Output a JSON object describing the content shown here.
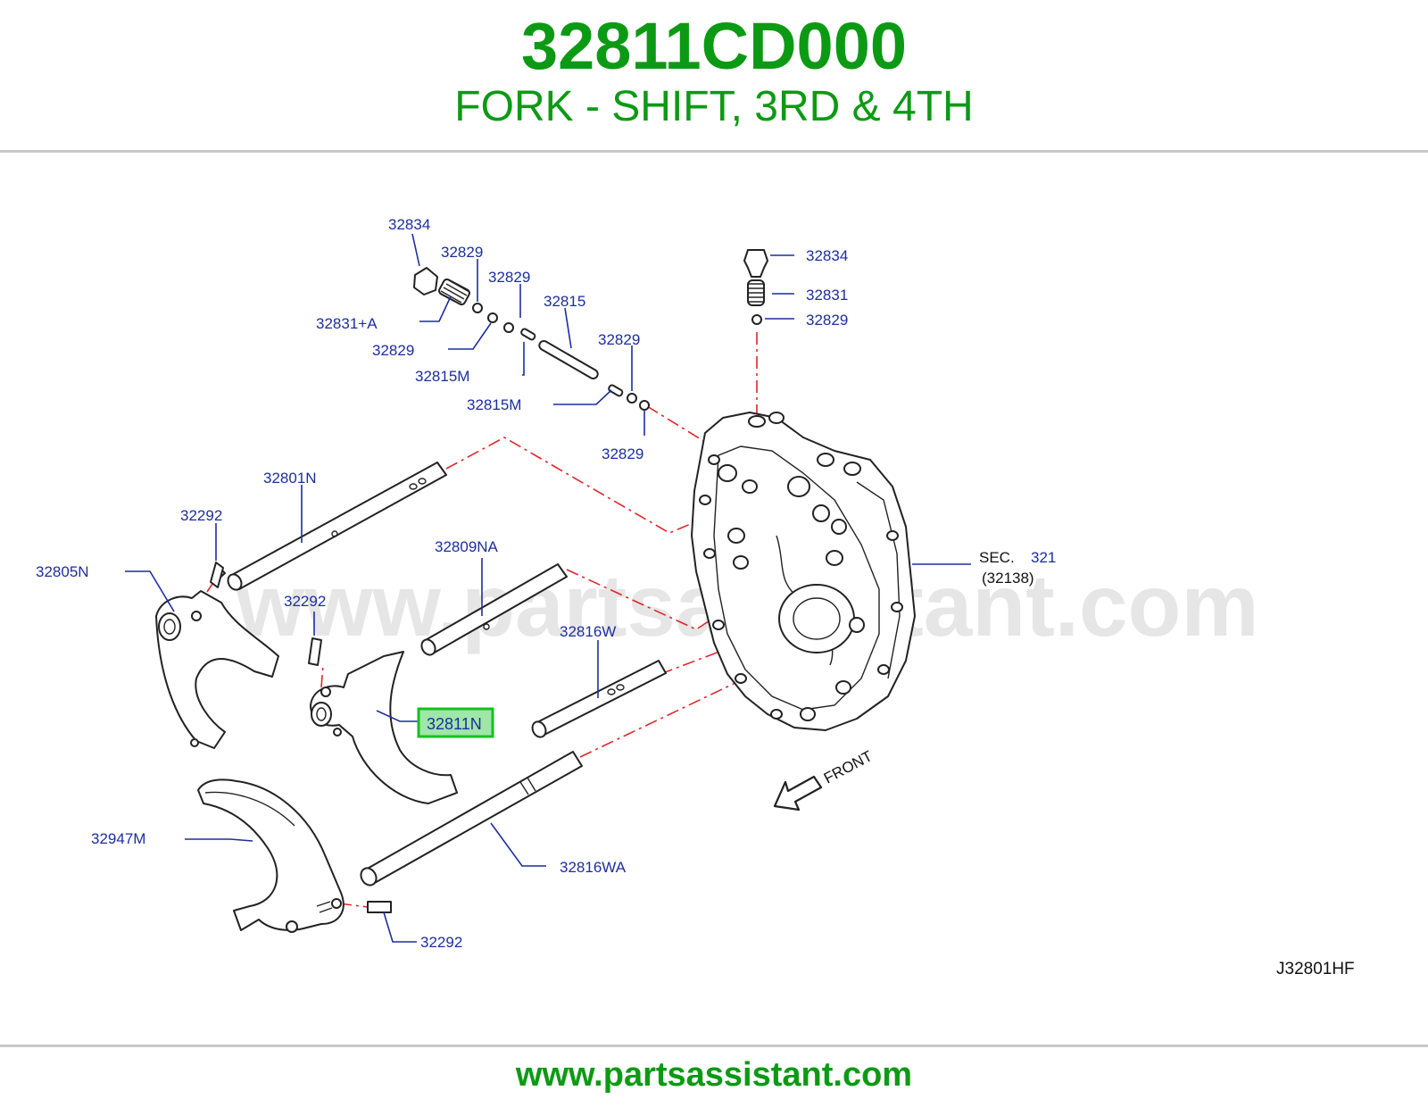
{
  "header": {
    "part_number": "32811CD000",
    "description": "FORK - SHIFT, 3RD & 4TH"
  },
  "diagram": {
    "watermark": "www.partsassistant.com",
    "figure_code": "J32801HF",
    "direction_label": "FRONT",
    "section_ref": {
      "prefix": "SEC.",
      "number": "321",
      "sub": "(32138)"
    },
    "highlighted_label": "32811N",
    "labels": {
      "l_32834_a": "32834",
      "l_32829_a": "32829",
      "l_32829_b": "32829",
      "l_32831a": "32831+A",
      "l_32829_c": "32829",
      "l_32815": "32815",
      "l_32815m_a": "32815M",
      "l_32829_d": "32829",
      "l_32815m_b": "32815M",
      "l_32829_e": "32829",
      "l_32834_b": "32834",
      "l_32831": "32831",
      "l_32829_f": "32829",
      "l_32801n": "32801N",
      "l_32292_a": "32292",
      "l_32805n": "32805N",
      "l_32809na": "32809NA",
      "l_32292_b": "32292",
      "l_32816w": "32816W",
      "l_32947m": "32947M",
      "l_32816wa": "32816WA",
      "l_32292_c": "32292"
    }
  },
  "colors": {
    "brand_green": "#0c9a14",
    "label_blue": "#1c2ea0",
    "dash_red": "#e0262b",
    "highlight_fill": "#9fe6a8",
    "highlight_border": "#13c21f"
  },
  "footer": {
    "url": "www.partsassistant.com"
  }
}
